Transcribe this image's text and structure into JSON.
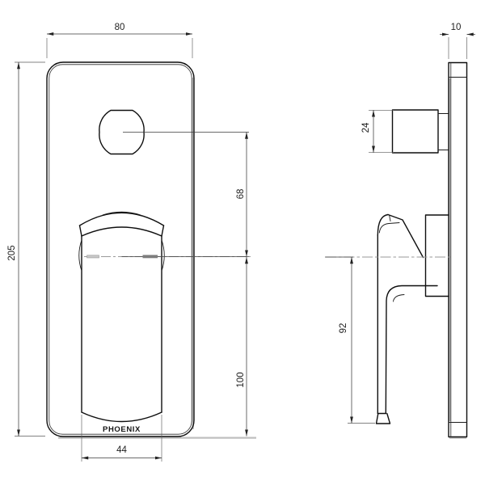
{
  "drawing": {
    "brand_label": "PHOENIX",
    "front_view": {
      "width_mm": "80",
      "height_mm": "205",
      "knob_center_to_handle_center_mm": "68",
      "handle_center_to_bottom_mm": "100",
      "handle_width_mm": "44"
    },
    "side_view": {
      "plate_thickness_mm": "10",
      "knob_depth_mm": "24",
      "handle_center_to_tip_mm": "92"
    }
  }
}
